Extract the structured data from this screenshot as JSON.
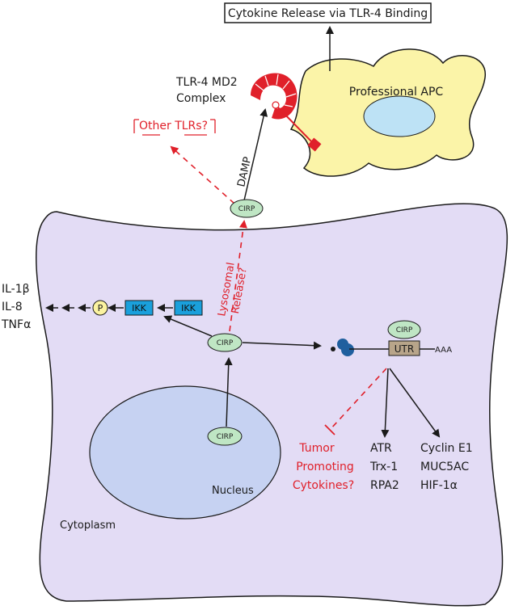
{
  "title_box": "Cytokine Release via TLR-4 Binding",
  "apc_label": "Professional APC",
  "tlr4_label": [
    "TLR-4 MD2",
    "Complex"
  ],
  "other_tlrs": "Other TLRs?",
  "damp_label": "DAMP",
  "cirp_label": "CIRP",
  "lysosomal_label": [
    "Lysosomal",
    "Release?"
  ],
  "ikk_label": "IKK",
  "p_label": "P",
  "cytokines_out": [
    "IL-1β",
    "IL-8",
    "TNFα"
  ],
  "utr_label": "UTR",
  "aaa_label": "AAA",
  "nucleus_label": "Nucleus",
  "cytoplasm_label": "Cytoplasm",
  "tumor_label": [
    "Tumor",
    "Promoting",
    "Cytokines?"
  ],
  "targets_col1": [
    "ATR",
    "Trx-1",
    "RPA2"
  ],
  "targets_col2": [
    "Cyclin E1",
    "MUC5AC",
    "HIF-1α"
  ],
  "colors": {
    "cell_fill": "#e3dcf5",
    "nucleus_fill": "#c6d2f2",
    "apc_fill": "#fbf4a8",
    "apc_nucleus": "#bde2f5",
    "cirp_fill": "#bfe6c4",
    "ikk_fill": "#1aa0dc",
    "p_fill": "#fbf3a0",
    "utr_fill": "#b8a58a",
    "red": "#e0202a",
    "ribosome": "#1f5f9e"
  }
}
